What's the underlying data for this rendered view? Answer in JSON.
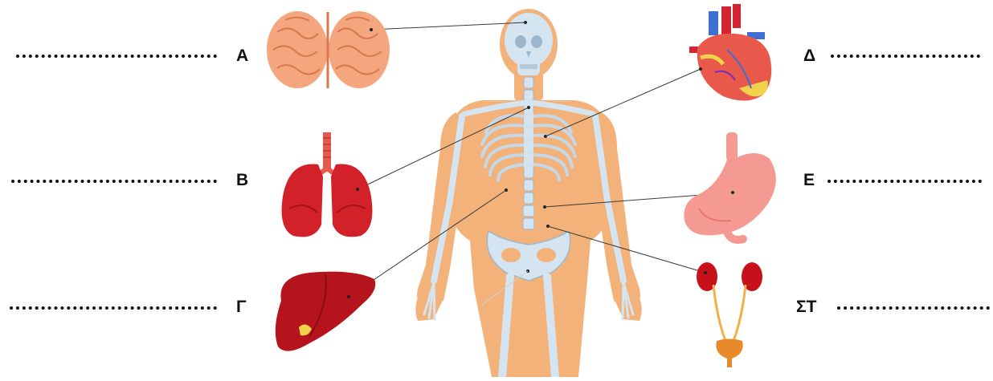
{
  "labels": {
    "a": "Α",
    "b": "Β",
    "g": "Γ",
    "d": "Δ",
    "e": "Ε",
    "st": "ΣΤ"
  },
  "colors": {
    "body_skin": "#f3b27a",
    "bone": "#d4e4f0",
    "bone_shadow": "#9fb7cc",
    "brain": "#f4a67e",
    "brain_shadow": "#d9774e",
    "lungs": "#d3212a",
    "lungs_dark": "#a31219",
    "liver": "#b5141c",
    "heart": "#e8594c",
    "stomach": "#f49a92",
    "kidney": "#c8101b",
    "bladder": "#e88a2a",
    "line": "#3a3a3a"
  },
  "icons": [
    "brain-icon",
    "lungs-icon",
    "liver-icon",
    "heart-icon",
    "stomach-icon",
    "kidneys-urinary-icon",
    "human-skeleton-icon"
  ]
}
